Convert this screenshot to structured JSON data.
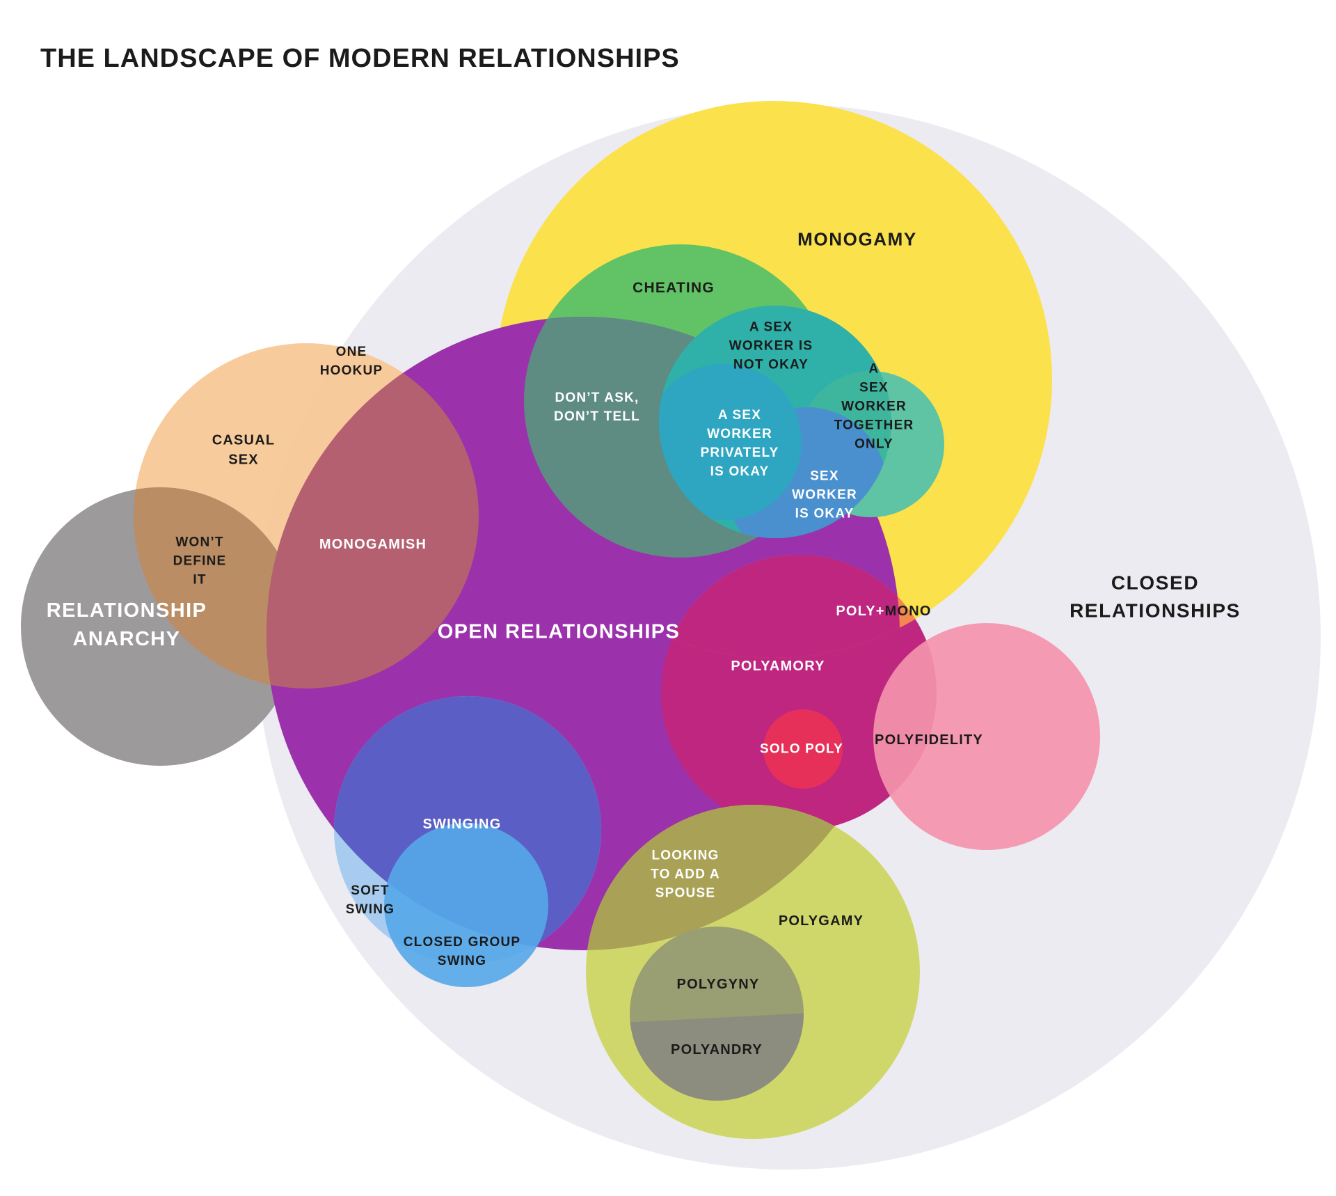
{
  "title": "THE LANDSCAPE OF MODERN RELATIONSHIPS",
  "labels": {
    "monogamy": "MONOGAMY",
    "cheating": "CHEATING",
    "sw_not_okay": "A SEX\nWORKER IS\nNOT OKAY",
    "sw_together": "A\nSEX\nWORKER\nTOGETHER\nONLY",
    "sw_privately": "A SEX\nWORKER\nPRIVATELY\nIS OKAY",
    "sw_okay": "SEX\nWORKER\nIS OKAY",
    "dont_ask": "DON’T ASK,\nDON’T TELL",
    "one_hookup": "ONE\nHOOKUP",
    "casual_sex": "CASUAL\nSEX",
    "wont_define": "WON’T\nDEFINE\nIT",
    "relationship_anarchy": "RELATIONSHIP\nANARCHY",
    "monogamish": "MONOGAMISH",
    "open_relationships": "OPEN RELATIONSHIPS",
    "polyamory": "POLYAMORY",
    "poly_mono_open": "POLY+",
    "poly_mono_closed": "MONO",
    "solo_poly": "SOLO POLY",
    "polyfidelity": "POLYFIDELITY",
    "closed_relationships": "CLOSED RELATIONSHIPS",
    "swinging": "SWINGING",
    "soft_swing": "SOFT\nSWING",
    "closed_group_swing": "CLOSED GROUP\nSWING",
    "looking_spouse": "LOOKING\nTO ADD A\nSPOUSE",
    "polygamy": "POLYGAMY",
    "polygyny": "POLYGYNY",
    "polyandry": "POLYANDRY"
  },
  "colors": {
    "closed_bg": "#ECEBF1",
    "monogamy_yellow": "#FBE14B",
    "cheating_green": "#62C366",
    "casual_peach": "#F8C795",
    "anarchy_gray": "#9C9A9B",
    "wont_define_tan": "#BA8D64",
    "open_purple": "#9B32AC",
    "monogamish_maroon": "#B56070",
    "dadt_slate": "#5E8C83",
    "sw_not_okay_teal": "#2FB0A8",
    "sw_together_green": "#5EC4A3",
    "sw_band_teal": "#3EB69E",
    "sw_okay_blue": "#4A90CE",
    "sw_privately_cyan": "#2EA6C1",
    "polyamory_magenta": "#BE2680",
    "poly_mono_orange": "#F4874F",
    "polyfidelity_pink": "#F493AC",
    "solo_poly_red": "#E73059",
    "swinging_violet": "#5B5EC5",
    "soft_swing_blue": "#A8CCF0",
    "closed_group_swing_blue": "#55A7E8",
    "polygamy_yellowgreen": "#CBD456",
    "looking_spouse_olive": "#A9A256",
    "polygyny_olive": "#9A9E73",
    "polyandry_gray": "#8C8D7F"
  }
}
